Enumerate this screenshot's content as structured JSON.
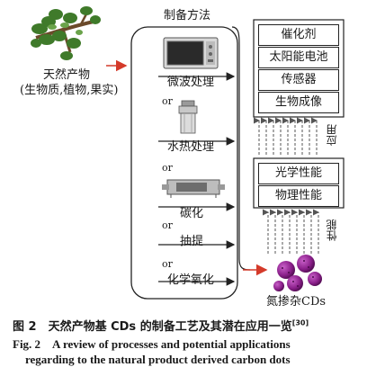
{
  "source": {
    "label_line1": "天然产物",
    "label_line2": "(生物质,植物,果实)"
  },
  "methods": {
    "title": "制备方法",
    "or_label": "or",
    "items": [
      {
        "label": "微波处理",
        "icon": "microwave-icon"
      },
      {
        "label": "水热处理",
        "icon": "autoclave-icon"
      },
      {
        "label": "碳化",
        "icon": "furnace-icon"
      },
      {
        "label": "抽提",
        "icon": ""
      },
      {
        "label": "化学氧化",
        "icon": ""
      }
    ]
  },
  "applications": {
    "side_label": "应用",
    "items": [
      "催化剂",
      "太阳能电池",
      "传感器",
      "生物成像"
    ]
  },
  "properties": {
    "side_label": "性能",
    "items": [
      "光学性能",
      "物理性能"
    ]
  },
  "product": {
    "label": "氮掺杂CDs"
  },
  "caption": {
    "cn": "图 2　天然产物基 CDs 的制备工艺及其潜在应用一览",
    "cn_ref": "[30]",
    "en_line1": "Fig. 2　A review of processes and potential applications",
    "en_line2": "regarding to the natural product derived carbon dots"
  },
  "colors": {
    "arrow_red": "#d43a2a",
    "dot_purple": "#8a1f8a",
    "line": "#222222"
  }
}
